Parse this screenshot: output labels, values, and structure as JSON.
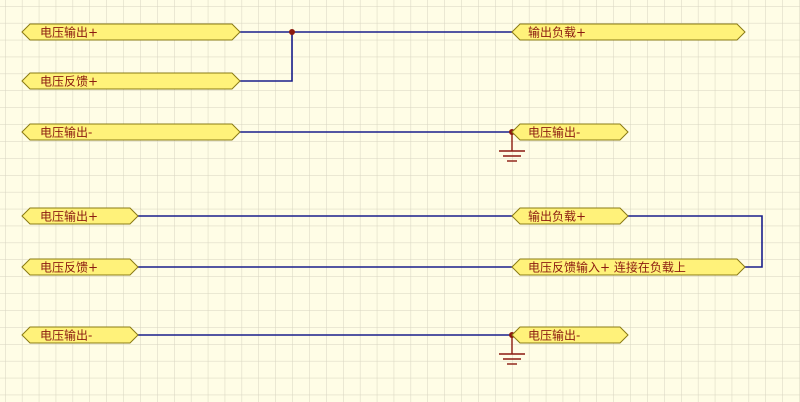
{
  "colors": {
    "background": "#fffde6",
    "grid": "#d7d4c0",
    "wire": "#1a1f8c",
    "port_fill": "#fff27a",
    "port_stroke": "#8a7a14",
    "port_text": "#8b1a10",
    "junction": "#8b1a10",
    "ground": "#8b1a10"
  },
  "ports": {
    "p1": {
      "label": "电压输出+",
      "icon": "port-both-arrows"
    },
    "p2": {
      "label": "电压反馈+",
      "icon": "port-both-arrows"
    },
    "p3": {
      "label": "电压输出-",
      "icon": "port-both-arrows"
    },
    "p4": {
      "label": "输出负载+",
      "icon": "port-both-arrows"
    },
    "p5": {
      "label": "电压输出-",
      "icon": "port-both-arrows"
    },
    "p6": {
      "label": "电压输出+",
      "icon": "port-both-arrows"
    },
    "p7": {
      "label": "电压反馈+",
      "icon": "port-both-arrows"
    },
    "p8": {
      "label": "电压输出-",
      "icon": "port-both-arrows"
    },
    "p9": {
      "label": "输出负载+",
      "icon": "port-both-arrows"
    },
    "p10": {
      "label": "电压反馈输入+ 连接在负载上",
      "icon": "port-both-arrows"
    },
    "p11": {
      "label": "电压输出-",
      "icon": "port-both-arrows"
    }
  },
  "symbols": {
    "ground": "ground-icon",
    "junction": "junction-dot"
  }
}
